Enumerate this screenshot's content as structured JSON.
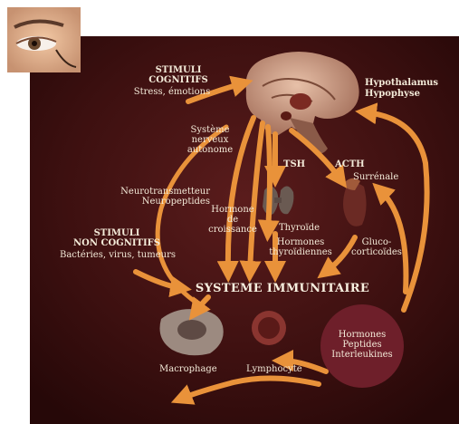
{
  "diagram": {
    "stimuli_cognitifs": {
      "title": "STIMULI\nCOGNITIFS",
      "sub": "Stress, émotions"
    },
    "stimuli_non_cognitifs": {
      "title": "STIMULI\nNON COGNITIFS",
      "sub": "Bactéries, virus, tumeurs"
    },
    "hypothalamus": "Hypothalamus",
    "hypophyse": "Hypophyse",
    "systeme_nerveux": "Système\nnerveux\nautonome",
    "neurotransmetteur": "Neurotransmetteur\nNeuropeptides",
    "hormone_croissance": "Hormone\nde\ncroissance",
    "tsh": "TSH",
    "acth": "ACTH",
    "surrenale": "Surrénale",
    "thyroide": "Thyroïde",
    "hormones_thyroidiennes": "Hormones\nthyroïdiennes",
    "glucocorticoides": "Gluco-\ncorticoïdes",
    "systeme_immunitaire": "SYSTEME IMMUNITAIRE",
    "hormones_peptides": "Hormones\nPeptides\nInterleukines",
    "macrophage": "Macrophage",
    "lymphocyte": "Lymphocyte"
  },
  "colors": {
    "background": "#3d1010",
    "arrow": "#e9923a",
    "text": "#f3ead8"
  }
}
